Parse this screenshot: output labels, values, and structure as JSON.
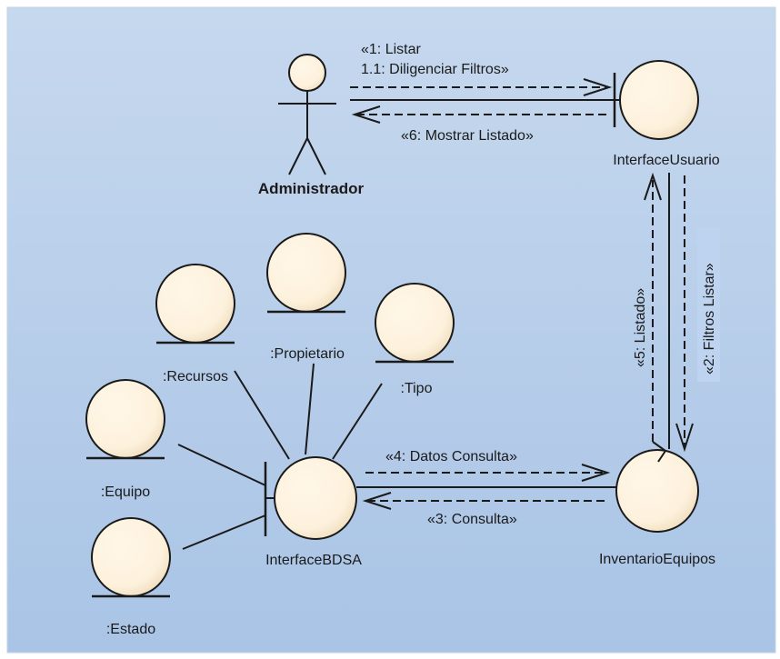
{
  "diagram": {
    "actor": {
      "name": "Administrador"
    },
    "boundaries": [
      {
        "id": "interface-usuario",
        "name": "InterfaceUsuario"
      },
      {
        "id": "interface-bdsa",
        "name": "InterfaceBDSA"
      }
    ],
    "controls": [
      {
        "id": "inventario-equipos",
        "name": "InventarioEquipos"
      }
    ],
    "entities": [
      {
        "id": "recursos",
        "name": ":Recursos"
      },
      {
        "id": "propietario",
        "name": ":Propietario"
      },
      {
        "id": "tipo",
        "name": ":Tipo"
      },
      {
        "id": "equipo",
        "name": ":Equipo"
      },
      {
        "id": "estado",
        "name": ":Estado"
      }
    ],
    "messages": {
      "m1_line1": "«1: Listar",
      "m1_line2": "1.1: Diligenciar Filtros»",
      "m6": "«6: Mostrar Listado»",
      "m2": "«2: Filtros Listar»",
      "m5": "«5: Listado»",
      "m4": "«4: Datos Consulta»",
      "m3": "«3: Consulta»"
    },
    "colors": {
      "background_top": "#c6d8ee",
      "background_bottom": "#a9c4e6",
      "element_fill": "#fdf1dc",
      "element_fill_dark": "#ecd9b7",
      "stroke": "#1a1a1a",
      "highlight": "#bdd3f0"
    }
  }
}
